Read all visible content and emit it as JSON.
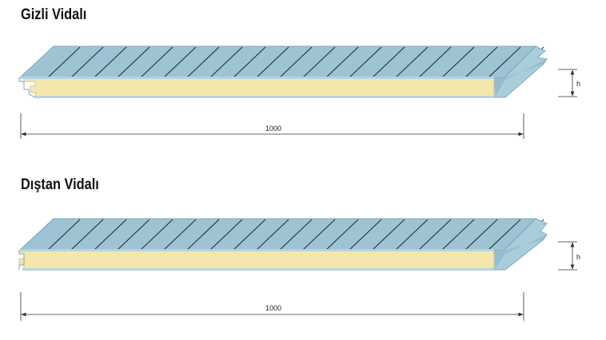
{
  "panels": [
    {
      "title": "Gizli Vidalı",
      "width_label": "1000",
      "height_label": "h"
    },
    {
      "title": "Dıştan Vidalı",
      "width_label": "1000",
      "height_label": "h"
    }
  ],
  "colors": {
    "top_sheet": "#9ec3d3",
    "top_sheet_dark": "#7fa9bd",
    "core": "#f4e7ad",
    "stripe": "#1b2630",
    "dimension_line": "#333333",
    "title": "#111111"
  }
}
